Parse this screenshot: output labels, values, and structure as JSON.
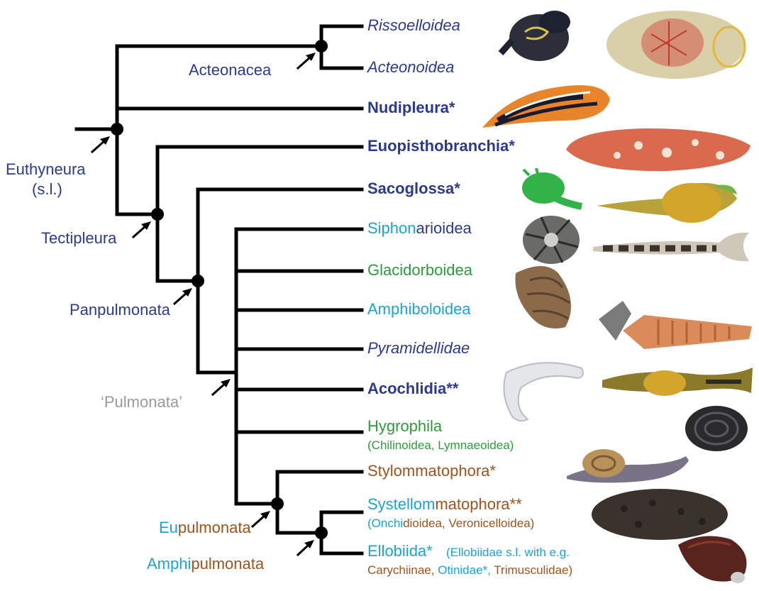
{
  "colors": {
    "opisthobranch": "#2b3a8f",
    "marine_pulmonate": "#1aa3d6",
    "freshwater": "#2f9a3c",
    "terrestrial": "#a0531c",
    "paraphyletic": "#9a9a9a"
  },
  "taxa": {
    "rissoelloidea": "Rissoelloidea",
    "acteonoidea": "Acteonoidea",
    "nudipleura": "Nudipleura*",
    "euopisthobranchia": "Euopisthobranchia*",
    "sacoglossa": "Sacoglossa*",
    "siphonarioidea_a": "Siphon",
    "siphonarioidea_b": "arioidea",
    "glacidorboidea": "Glacidorboidea",
    "amphiboloidea": "Amphiboloidea",
    "pyramidellidae": "Pyramidellidae",
    "acochlidia": "Acochlidia**",
    "hygrophila": "Hygrophila",
    "hygrophila_sub": "(Chilinoidea, Lymnaeoidea)",
    "stylommatophora": "Stylommatophora*",
    "systellommatophora_a": "Systellom",
    "systellommatophora_b": "matophora**",
    "systello_sub_a": "(Onchi",
    "systello_sub_b": "dioidea, Veronicelloidea)",
    "ellobiida": "Ellobiida*",
    "ellobiida_sub1": "(Ellobiidae s.l. with e.g.",
    "ellobiida_sub2_a": "Carychiinae, ",
    "ellobiida_sub2_b": "Otinidae*, ",
    "ellobiida_sub2_c": "Trimusculidae)"
  },
  "clades": {
    "acteonacea": "Acteonacea",
    "euthyneura_1": "Euthyneura",
    "euthyneura_2": "(s.l.)",
    "tectipleura": "Tectipleura",
    "panpulmonata": "Panpulmonata",
    "pulmonata": "‘Pulmonata’",
    "eupulmonata_a": "Eu",
    "eupulmonata_b": "pulmonata",
    "amphipulmonata_a": "Amphi",
    "amphipulmonata_b": "pulmonata"
  },
  "photos": [
    {
      "name": "rissoelloidea-snail-photo",
      "color": "#2c2f3a"
    },
    {
      "name": "acteonoidea-photo",
      "color": "#d9cfa8"
    },
    {
      "name": "nudipleura-photo",
      "color": "#e8852a"
    },
    {
      "name": "euopisthobranchia-photo",
      "color": "#d96a4e"
    },
    {
      "name": "sacoglossa-green-photo",
      "color": "#32b34a"
    },
    {
      "name": "sacoglossa-yellow-photo",
      "color": "#b8a33a"
    },
    {
      "name": "siphonarioidea-shell-photo",
      "color": "#6a6a66"
    },
    {
      "name": "glacidorboidea-photo",
      "color": "#cfc8b8"
    },
    {
      "name": "amphiboloidea-shell-photo",
      "color": "#8a6a48"
    },
    {
      "name": "pyramidellidae-photo",
      "color": "#d98b5a"
    },
    {
      "name": "acochlidia-white-photo",
      "color": "#e4e6ea"
    },
    {
      "name": "acochlidia-slug-photo",
      "color": "#8a7a2a"
    },
    {
      "name": "hygrophila-shell-photo",
      "color": "#2a2a2c"
    },
    {
      "name": "stylommatophora-photo",
      "color": "#7a7388"
    },
    {
      "name": "systellommatophora-photo",
      "color": "#3a322c"
    },
    {
      "name": "ellobiida-photo",
      "color": "#5a241e"
    }
  ]
}
